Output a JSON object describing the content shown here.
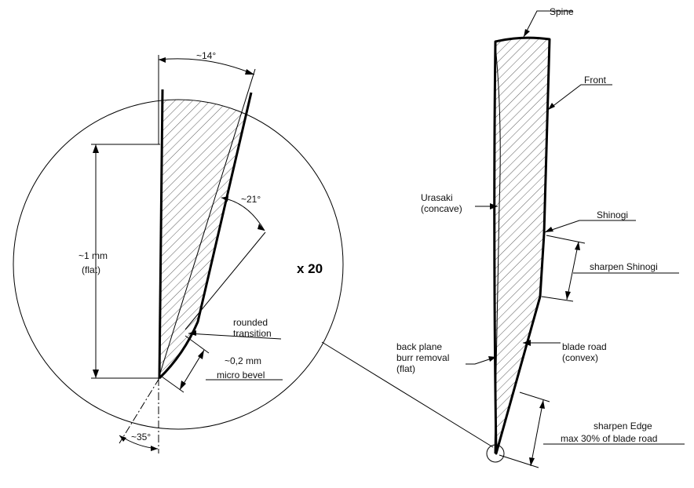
{
  "labels": {
    "angle_top": "~14°",
    "angle_mid": "~21°",
    "angle_bottom": "~35°",
    "flat_size": "~1 mm",
    "flat_note": "(flat)",
    "magnification": "x 20",
    "rounded_l1": "rounded",
    "rounded_l2": "transition",
    "micro_l1": "~0,2 mm",
    "micro_l2": "micro bevel",
    "spine": "Spine",
    "front": "Front",
    "urasaki_l1": "Urasaki",
    "urasaki_l2": "(concave)",
    "shinogi": "Shinogi",
    "sharpen_shinogi": "sharpen Shinogi",
    "back_l1": "back plane",
    "back_l2": "burr removal",
    "back_l3": "(flat)",
    "road_l1": "blade road",
    "road_l2": "(convex)",
    "edge_l1": "sharpen Edge",
    "edge_l2": "max 30% of blade road"
  }
}
